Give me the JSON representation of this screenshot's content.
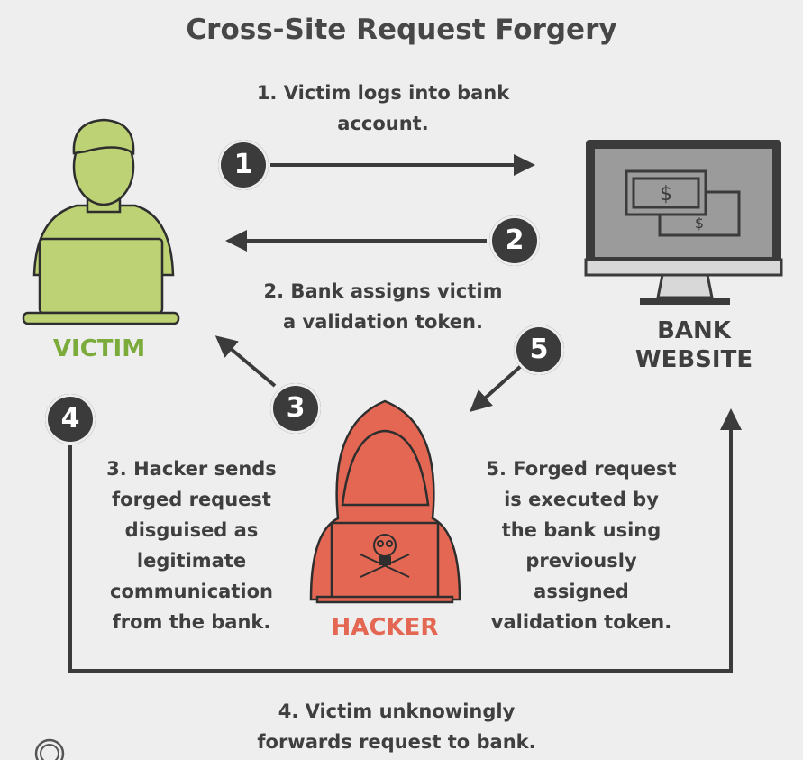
{
  "title": "Cross-Site Request Forgery",
  "actors": {
    "victim": "VICTIM",
    "bank": [
      "BANK",
      "WEBSITE"
    ],
    "hacker": "HACKER"
  },
  "steps": [
    {
      "number": "1",
      "lines": [
        "1. Victim logs into bank",
        "account."
      ]
    },
    {
      "number": "2",
      "lines": [
        "2. Bank assigns victim",
        "a validation token."
      ]
    },
    {
      "number": "3",
      "lines": [
        "3. Hacker sends",
        "forged request",
        "disguised as",
        "legitimate",
        "communication",
        "from the bank."
      ]
    },
    {
      "number": "4",
      "lines": [
        "4. Victim unknowingly",
        "forwards request to bank."
      ]
    },
    {
      "number": "5",
      "lines": [
        "5. Forged request",
        "is executed by",
        "the bank using",
        "previously",
        "assigned",
        "validation token."
      ]
    }
  ],
  "bank_icon": "dollar-bills-icon",
  "colors": {
    "victim": "#bcd274",
    "victim_text": "#7bab3b",
    "hacker": "#e36753",
    "dark": "#3b3b3b",
    "background": "#eeeeee"
  }
}
